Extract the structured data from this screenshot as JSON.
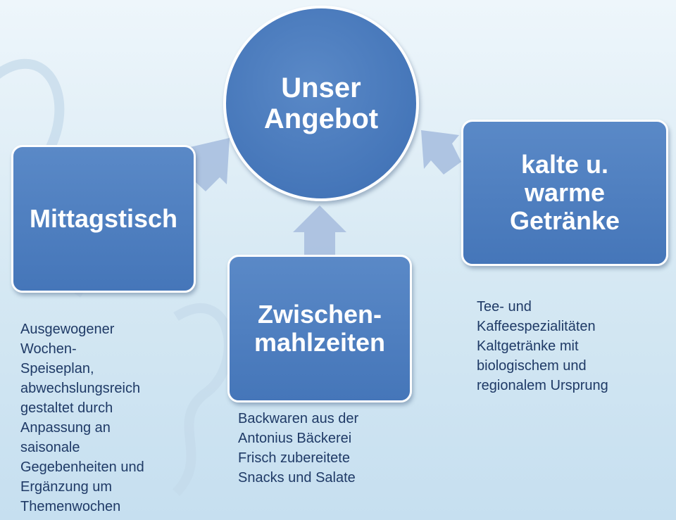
{
  "hub": {
    "label": "Unser\nAngebot"
  },
  "nodes": {
    "left": {
      "label": "Mittagstisch"
    },
    "mid": {
      "label": "Zwischen-\nmahlzeiten"
    },
    "right": {
      "label": "kalte u.\nwarme\nGetränke"
    }
  },
  "descriptions": {
    "left": "Ausgewogener\nWochen-\nSpeiseplan,\nabwechslungsreich\ngestaltet durch\nAnpassung an\nsaisonale\nGegebenheiten und\nErgänzung um\nThemenwochen",
    "mid": "Backwaren aus der\nAntonius Bäckerei\nFrisch zubereitete\nSnacks und Salate",
    "right": "Tee- und\nKaffeespezialitäten\nKaltgetränke mit\nbiologischem und\nregionalem Ursprung"
  },
  "colors": {
    "node_fill": "#4576b9",
    "arrow_fill": "#a9bfdf",
    "description_text": "#1f3a66",
    "background": "#d5e8f3"
  }
}
